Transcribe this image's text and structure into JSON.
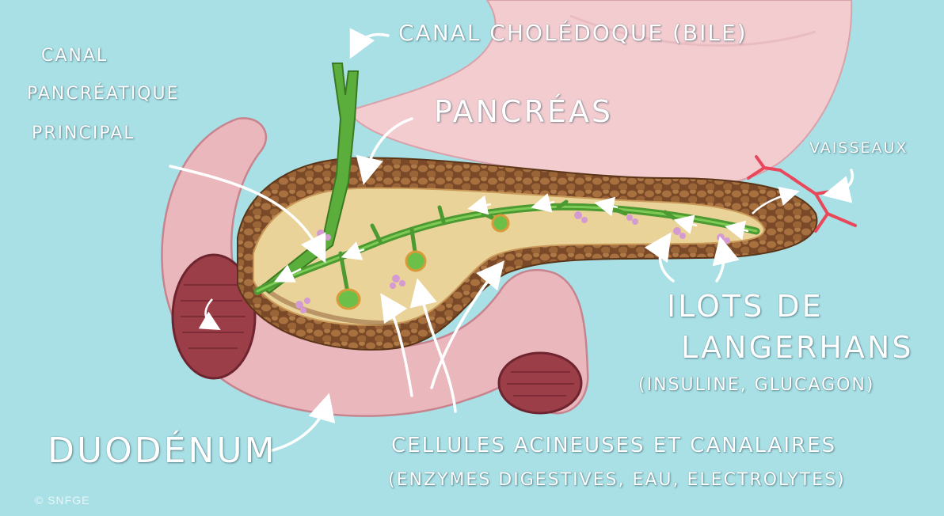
{
  "labels": {
    "canal_choledoque": "CANAL CHOLÉDOQUE (BILE)",
    "canal_pancreatique_1": "CANAL",
    "canal_pancreatique_2": "PANCRÉATIQUE",
    "canal_pancreatique_3": "PRINCIPAL",
    "pancreas": "PANCRÉAS",
    "vaisseaux": "VAISSEAUX",
    "ilots_1": "ILOTS DE",
    "ilots_2": "LANGERHANS",
    "ilots_3": "(INSULINE, GLUCAGON)",
    "duodenum": "DUODÉNUM",
    "cellules_1": "CELLULES ACINEUSES ET CANALAIRES",
    "cellules_2": "(ENZYMES DIGESTIVES, EAU, ELECTROLYTES)",
    "credit": "© SNFGE"
  },
  "colors": {
    "background": "#a8e0e6",
    "stomach": "#f3ccd0",
    "duodenum": "#eab7bd",
    "pancreas_body": "#e9d398",
    "pancreas_lobules": "#8c5a34",
    "duct": "#5cae3c",
    "islets": "#d49ad2",
    "vessels": "#e8485a"
  }
}
